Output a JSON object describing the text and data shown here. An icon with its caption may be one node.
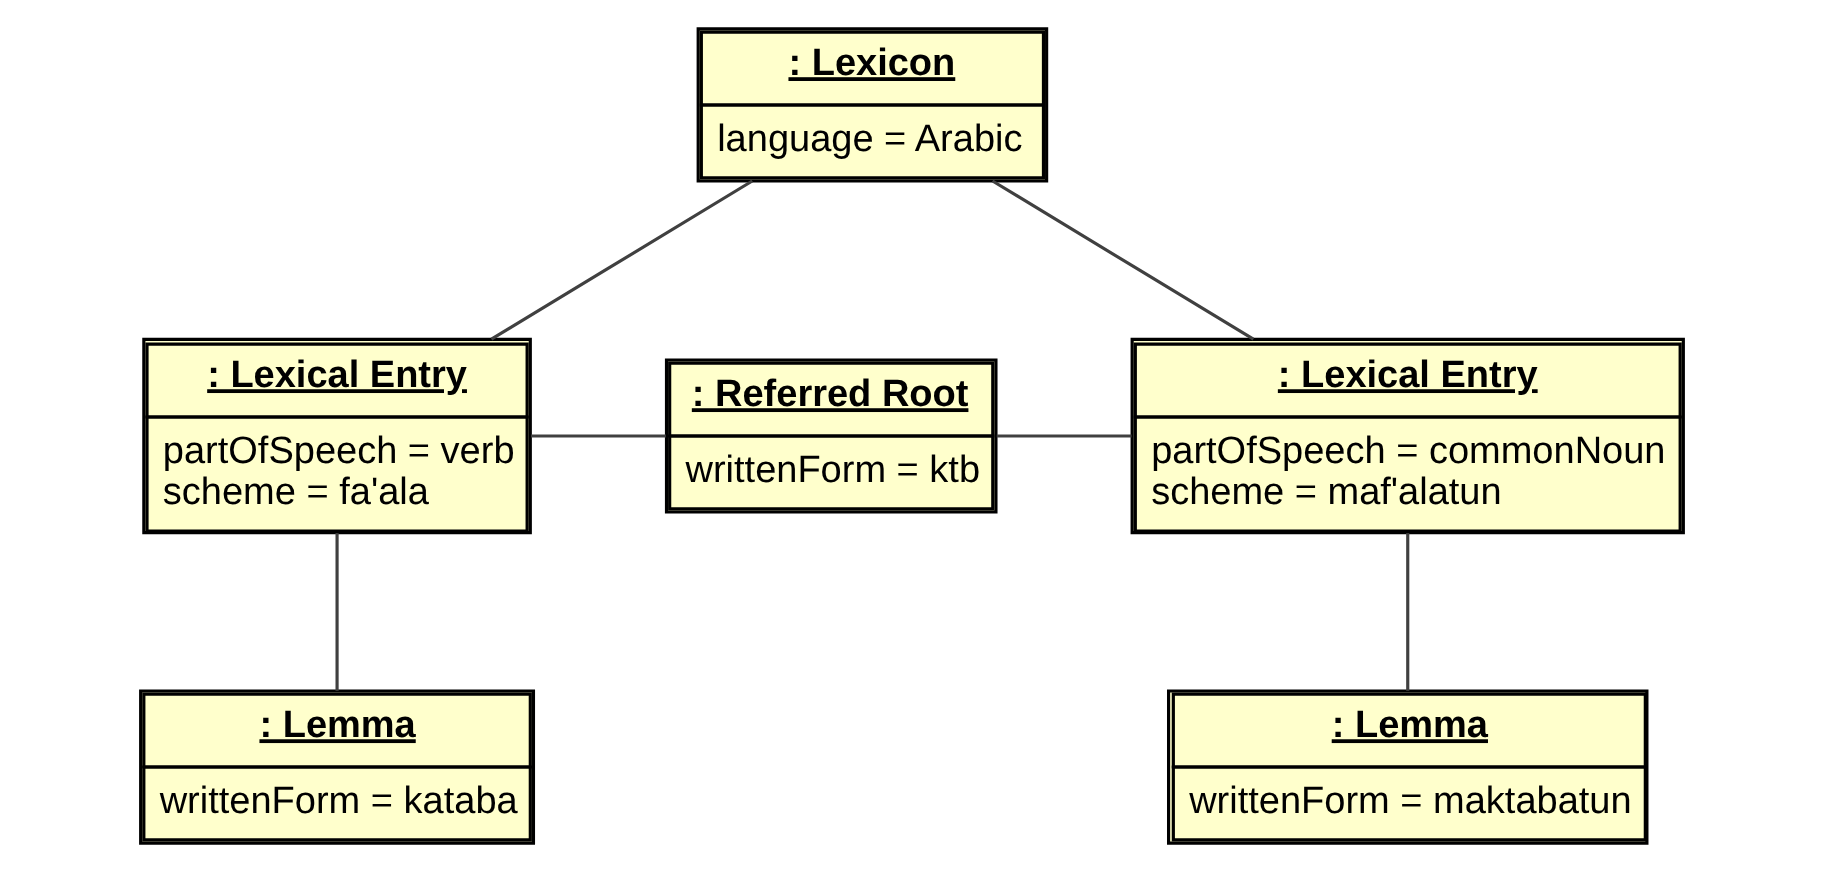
{
  "diagram": {
    "nodes": [
      {
        "text": [
          ": Lexicon",
          "language = Arabic"
        ]
      },
      {
        "text": [
          ": Lexical Entry",
          "partOfSpeech = verb",
          "scheme = fa'ala"
        ]
      },
      {
        "text": [
          ": Referred Root",
          "writtenForm = ktb"
        ]
      },
      {
        "text": [
          ": Lexical Entry",
          "partOfSpeech = commonNoun",
          "scheme = maf'alatun"
        ]
      },
      {
        "text": [
          ": Lemma",
          "writtenForm = kataba"
        ]
      },
      {
        "text": [
          ": Lemma",
          "writtenForm = maktabatun"
        ]
      }
    ],
    "edges": [
      {
        "from": 0,
        "to": 1,
        "arrow": "none"
      },
      {
        "from": 0,
        "to": 3,
        "arrow": "none"
      },
      {
        "from": 1,
        "to": 2,
        "arrow": "none"
      },
      {
        "from": 2,
        "to": 3,
        "arrow": "none"
      },
      {
        "from": 1,
        "to": 4,
        "arrow": "none"
      },
      {
        "from": 3,
        "to": 5,
        "arrow": "none"
      }
    ]
  }
}
